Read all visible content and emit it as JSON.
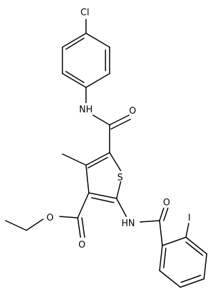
{
  "molecule": {
    "atoms": {
      "chlorine": "Cl",
      "amide_nh_top": "NH",
      "amide_o_top": "O",
      "thiophene_s": "S",
      "ester_o_carbonyl": "O",
      "ester_o_ether": "O",
      "amide_nh_bottom": "HN",
      "amide_o_bottom": "O",
      "iodine": "I"
    },
    "colors": {
      "bond": "#000000",
      "label": "#000000",
      "background": "#ffffff"
    }
  }
}
